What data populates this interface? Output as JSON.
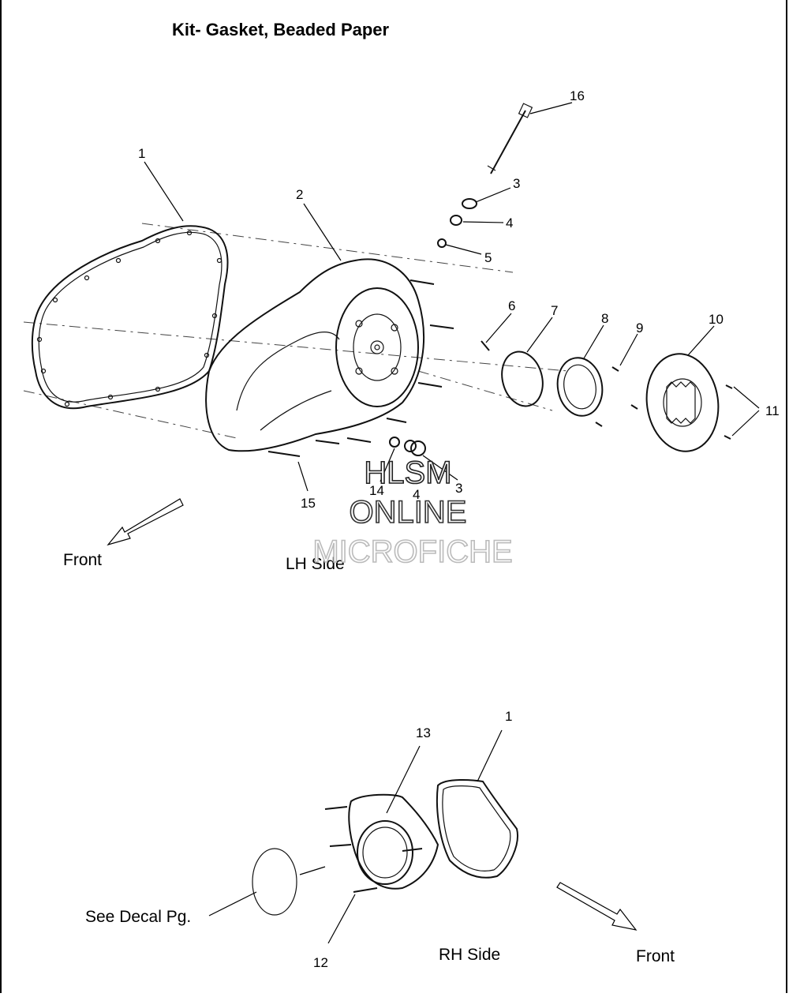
{
  "title": "Kit- Gasket, Beaded Paper",
  "watermark": {
    "line1": "HLSM",
    "line2": "ONLINE",
    "line3": "MICROFICHE"
  },
  "lh_side": {
    "side_label": "LH Side",
    "front_label": "Front",
    "callouts": {
      "c1": "1",
      "c2": "2",
      "c3a": "3",
      "c3b": "3",
      "c4a": "4",
      "c4b": "4",
      "c5": "5",
      "c6": "6",
      "c7": "7",
      "c8": "8",
      "c9": "9",
      "c10": "10",
      "c11": "11",
      "c14": "14",
      "c15": "15",
      "c16": "16"
    }
  },
  "rh_side": {
    "side_label": "RH Side",
    "front_label": "Front",
    "decal_note": "See Decal Pg.",
    "callouts": {
      "c1": "1",
      "c12": "12",
      "c13": "13"
    }
  }
}
